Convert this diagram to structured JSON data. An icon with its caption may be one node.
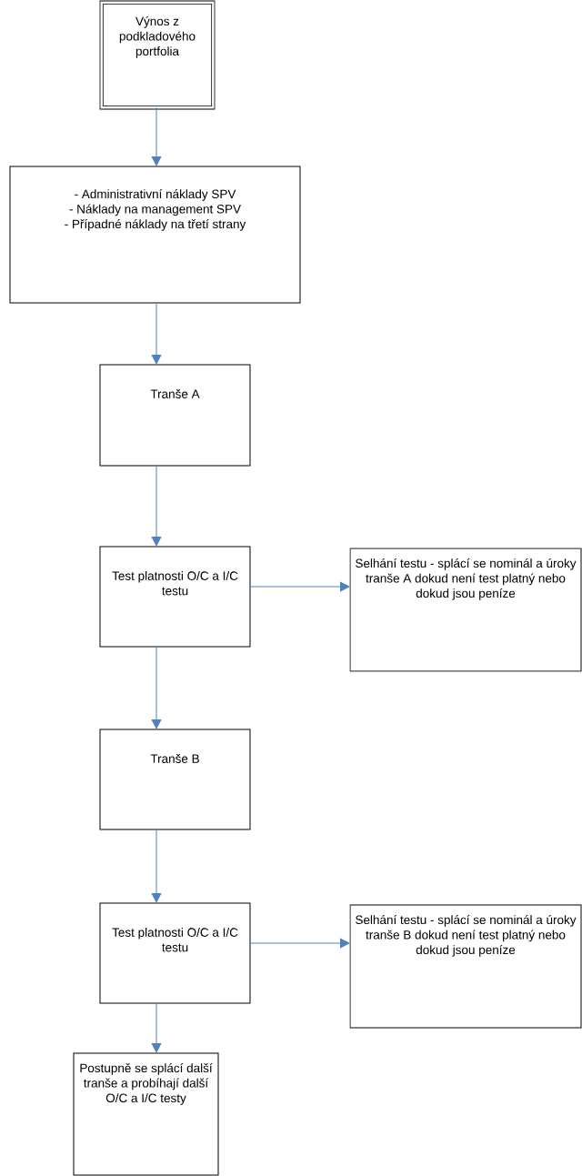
{
  "diagram": {
    "nodes": [
      {
        "text": [
          "Výnos z podkladového portfolia"
        ]
      },
      {
        "text": [
          "- Administrativní náklady SPV",
          "- Náklady na management SPV",
          "- Případné náklady na třetí strany"
        ]
      },
      {
        "text": [
          "Tranše A"
        ]
      },
      {
        "text": [
          "Test platnosti O/C a I/C testu"
        ]
      },
      {
        "text": [
          "Selhání testu - splácí se nominál a úroky tranše A dokud není test platný nebo dokud jsou peníze"
        ]
      },
      {
        "text": [
          "Tranše B"
        ]
      },
      {
        "text": [
          "Test platnosti O/C a I/C testu"
        ]
      },
      {
        "text": [
          "Selhání testu - splácí se nominál a úroky tranše B dokud není test platný nebo dokud jsou peníze"
        ]
      },
      {
        "text": [
          "Postupně se splácí další tranše a probíhají další O/C a I/C testy"
        ]
      }
    ],
    "edges": [
      {
        "from": 0,
        "to": 1,
        "arrow": "to"
      },
      {
        "from": 1,
        "to": 2,
        "arrow": "to"
      },
      {
        "from": 2,
        "to": 3,
        "arrow": "to"
      },
      {
        "from": 3,
        "to": 4,
        "arrow": "to"
      },
      {
        "from": 3,
        "to": 5,
        "arrow": "to"
      },
      {
        "from": 5,
        "to": 6,
        "arrow": "to"
      },
      {
        "from": 6,
        "to": 7,
        "arrow": "to"
      },
      {
        "from": 6,
        "to": 8,
        "arrow": "to"
      }
    ]
  }
}
